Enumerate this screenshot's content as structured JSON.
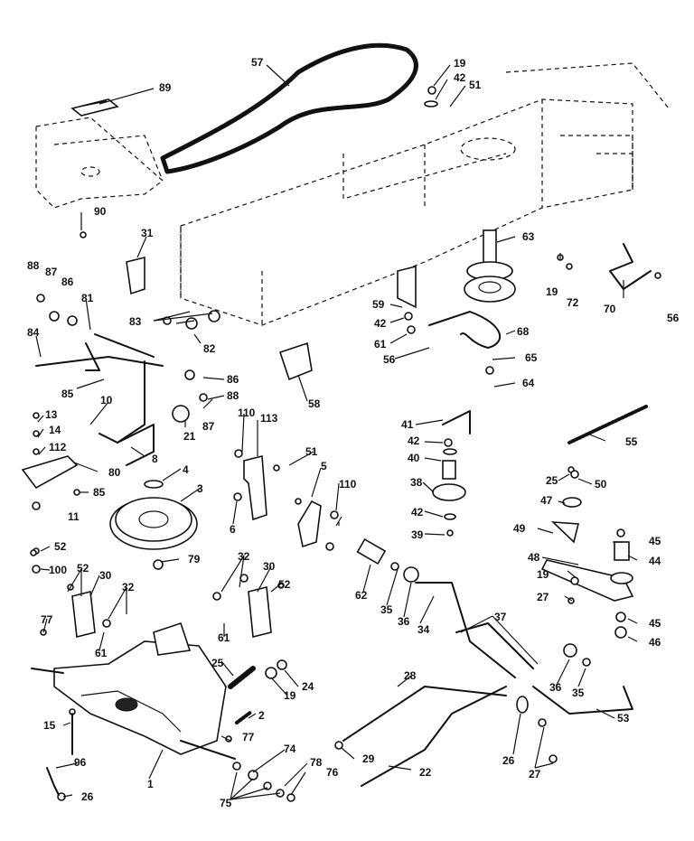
{
  "labels": [
    "57",
    "19",
    "42",
    "51",
    "89",
    "90",
    "31",
    "63",
    "19",
    "72",
    "70",
    "56",
    "88",
    "87",
    "86",
    "81",
    "83",
    "82",
    "59",
    "42",
    "61",
    "56",
    "68",
    "84",
    "85",
    "86",
    "88",
    "87",
    "10",
    "21",
    "58",
    "65",
    "64",
    "13",
    "14",
    "112",
    "80",
    "85",
    "8",
    "41",
    "42",
    "40",
    "55",
    "110",
    "113",
    "51",
    "5",
    "38",
    "25",
    "50",
    "47",
    "4",
    "3",
    "6",
    "110",
    "11",
    "42",
    "39",
    "52",
    "100",
    "52",
    "30",
    "32",
    "79",
    "62",
    "49",
    "45",
    "44",
    "48",
    "32",
    "30",
    "52",
    "35",
    "36",
    "34",
    "37",
    "19",
    "27",
    "45",
    "46",
    "77",
    "61",
    "61",
    "25",
    "24",
    "19",
    "28",
    "36",
    "35",
    "53",
    "15",
    "2",
    "77",
    "96",
    "26",
    "1",
    "74",
    "78",
    "76",
    "75",
    "29",
    "22",
    "26",
    "27"
  ]
}
